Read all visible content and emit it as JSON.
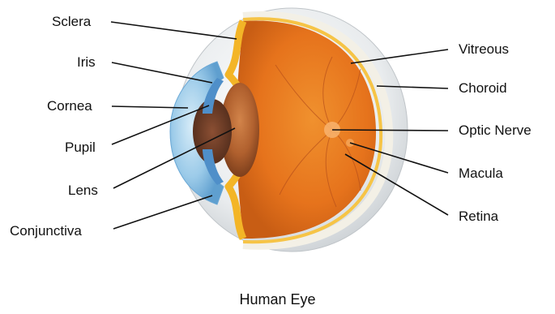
{
  "title": "Human Eye",
  "labels": {
    "sclera": "Sclera",
    "iris": "Iris",
    "cornea": "Cornea",
    "pupil": "Pupil",
    "lens": "Lens",
    "conjunctiva": "Conjunctiva",
    "vitreous": "Vitreous",
    "choroid": "Choroid",
    "optic_nerve": "Optic Nerve",
    "macula": "Macula",
    "retina": "Retina"
  },
  "colors": {
    "vitreous_orange": "#e8741c",
    "outer_grey": "#dfe3e6",
    "cornea_blue": "#8fc3e6",
    "lens_brown": "#8a4a2a",
    "sclera_yellow": "#f5c03a"
  }
}
